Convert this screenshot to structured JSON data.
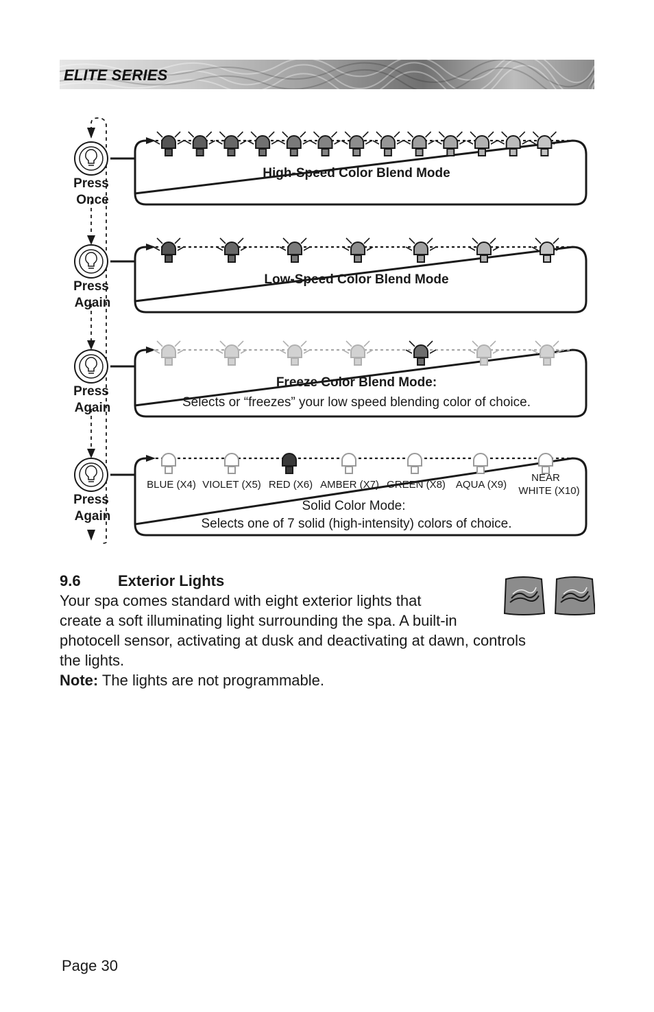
{
  "header": {
    "title": "ELITE SERIES"
  },
  "diagram": {
    "modes": [
      {
        "press_lines": [
          "Press",
          "Once"
        ],
        "title": "High-Speed Color Blend Mode",
        "description": ""
      },
      {
        "press_lines": [
          "Press",
          "Again"
        ],
        "title": "Low-Speed Color Blend Mode",
        "description": ""
      },
      {
        "press_lines": [
          "Press",
          "Again"
        ],
        "title": "Freeze Color Blend Mode:",
        "description": "Selects or “freezes” your low speed blending color of choice."
      },
      {
        "press_lines": [
          "Press",
          "Again"
        ],
        "title": "Solid Color Mode:",
        "description": "Selects one of 7 solid (high-intensity) colors of choice."
      }
    ],
    "solid_colors": [
      {
        "label": "BLUE (X4)"
      },
      {
        "label": "VIOLET (X5)"
      },
      {
        "label": "RED (X6)"
      },
      {
        "label": "AMBER (X7)"
      },
      {
        "label": "GREEN (X8)"
      },
      {
        "label": "AQUA (X9)"
      },
      {
        "label_lines": [
          "NEAR",
          "WHITE (X10)"
        ]
      }
    ],
    "colors": {
      "outline": "#1a1a1a",
      "bulb_dark": "#555555",
      "bulb_light": "#c4c4c4"
    }
  },
  "section": {
    "number": "9.6",
    "title": "Exterior Lights",
    "lines": [
      "Your spa comes standard with eight exterior lights that",
      "create a soft illuminating light surrounding the spa. A built-in",
      "photocell sensor, activating at dusk and deactivating at dawn, controls",
      "the lights."
    ],
    "note_label": "Note:",
    "note_text": " The lights are not programmable."
  },
  "page": {
    "label": "Page 30"
  }
}
